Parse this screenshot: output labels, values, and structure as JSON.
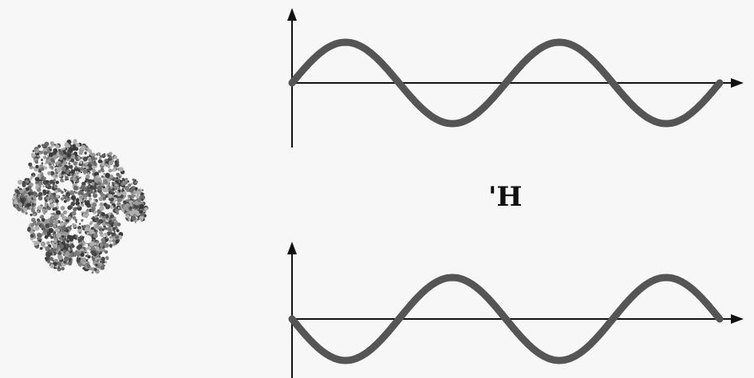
{
  "figure": {
    "nucleus_label": "'H",
    "colors": {
      "background": "#f7f7f7",
      "wave": "#555555",
      "axis": "#111111",
      "protein_dark": "#4a4a4a",
      "protein_light": "#9a9a9a"
    },
    "top_wave": {
      "phase": "sine",
      "cycles": 2
    },
    "bottom_wave": {
      "phase": "inverted sine",
      "cycles": 2
    },
    "protein_icon": "protein-structure-icon"
  }
}
